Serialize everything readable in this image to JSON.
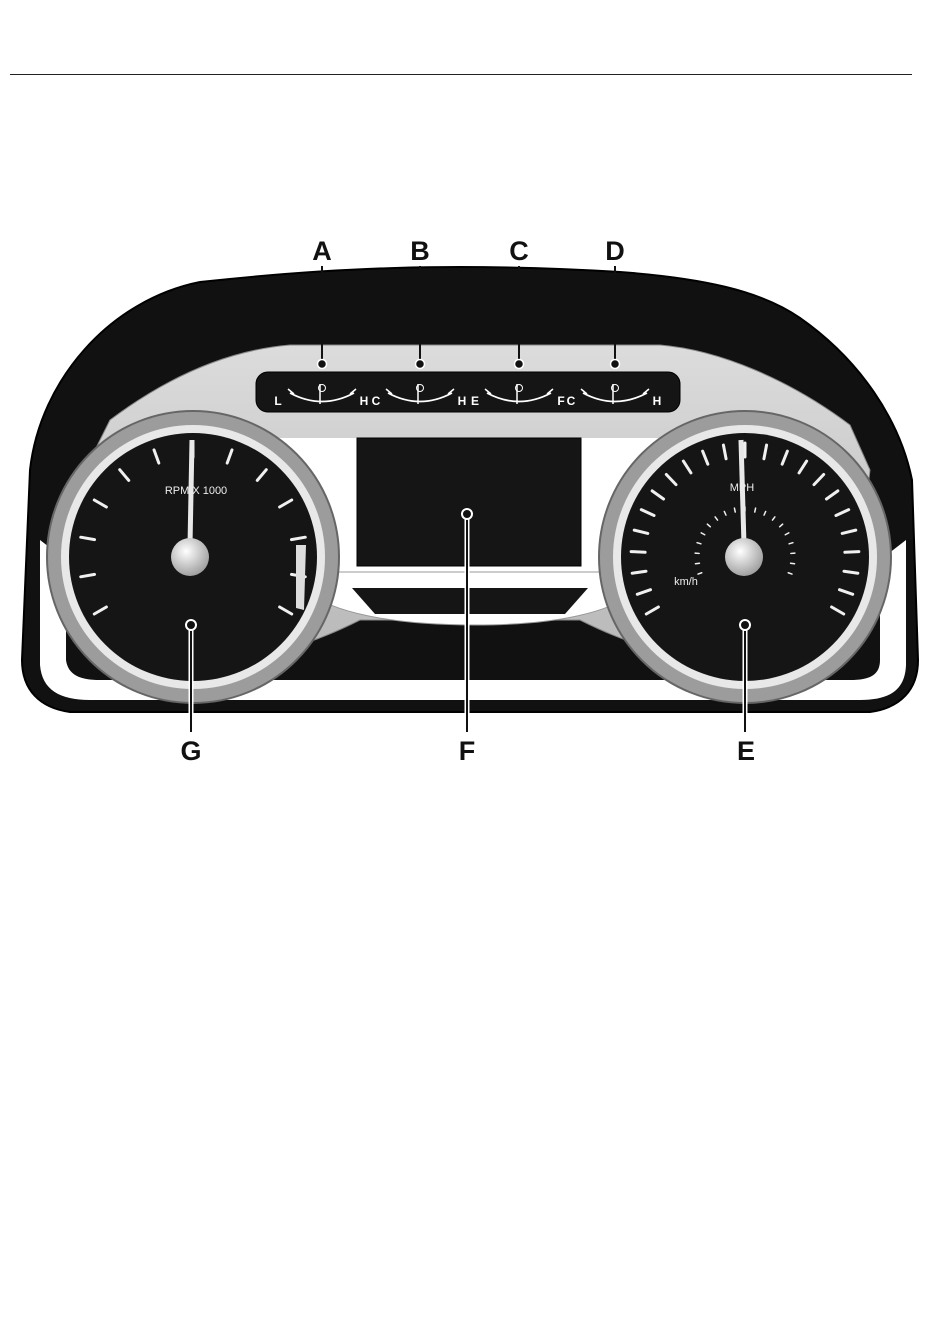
{
  "callouts": {
    "a": "A",
    "b": "B",
    "c": "C",
    "d": "D",
    "e": "E",
    "f": "F",
    "g": "G"
  },
  "mini_gauges": [
    {
      "left": "L",
      "right": "H",
      "icon": "oil-pressure-icon"
    },
    {
      "left": "C",
      "right": "H",
      "icon": "engine-coolant-temperature-icon"
    },
    {
      "left": "E",
      "right": "F",
      "icon": "fuel-pump-icon"
    },
    {
      "left": "C",
      "right": "H",
      "icon": "transmission-fluid-temperature-icon"
    }
  ],
  "tachometer": {
    "label": "RPM X 1000"
  },
  "speedometer": {
    "label": "MPH",
    "sublabel": "km/h"
  },
  "colors": {
    "housing": "#111111",
    "bezel": "#cfcfcf",
    "face": "#151515",
    "callout": "#111111"
  }
}
